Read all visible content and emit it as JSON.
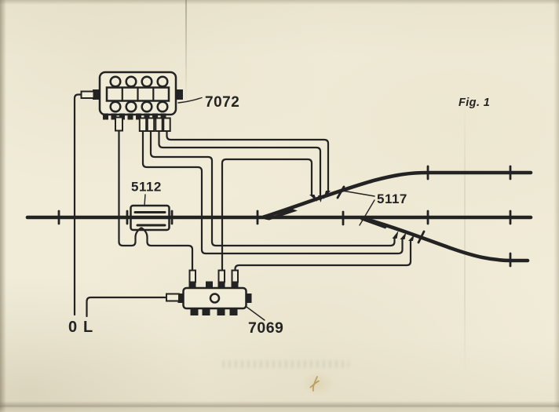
{
  "figure": {
    "caption": "Fig. 1",
    "components": {
      "push_button_panel": {
        "label": "7072"
      },
      "contact_track": {
        "label": "5112"
      },
      "turnouts": {
        "label": "5117"
      },
      "distribution_plate": {
        "label": "7069"
      }
    },
    "terminals": {
      "zero": "0",
      "light": "L"
    }
  },
  "colors": {
    "paper": "#f1ecd8",
    "ink": "#232323",
    "shadow": "#a99f84",
    "pencil": "#ab8743"
  }
}
